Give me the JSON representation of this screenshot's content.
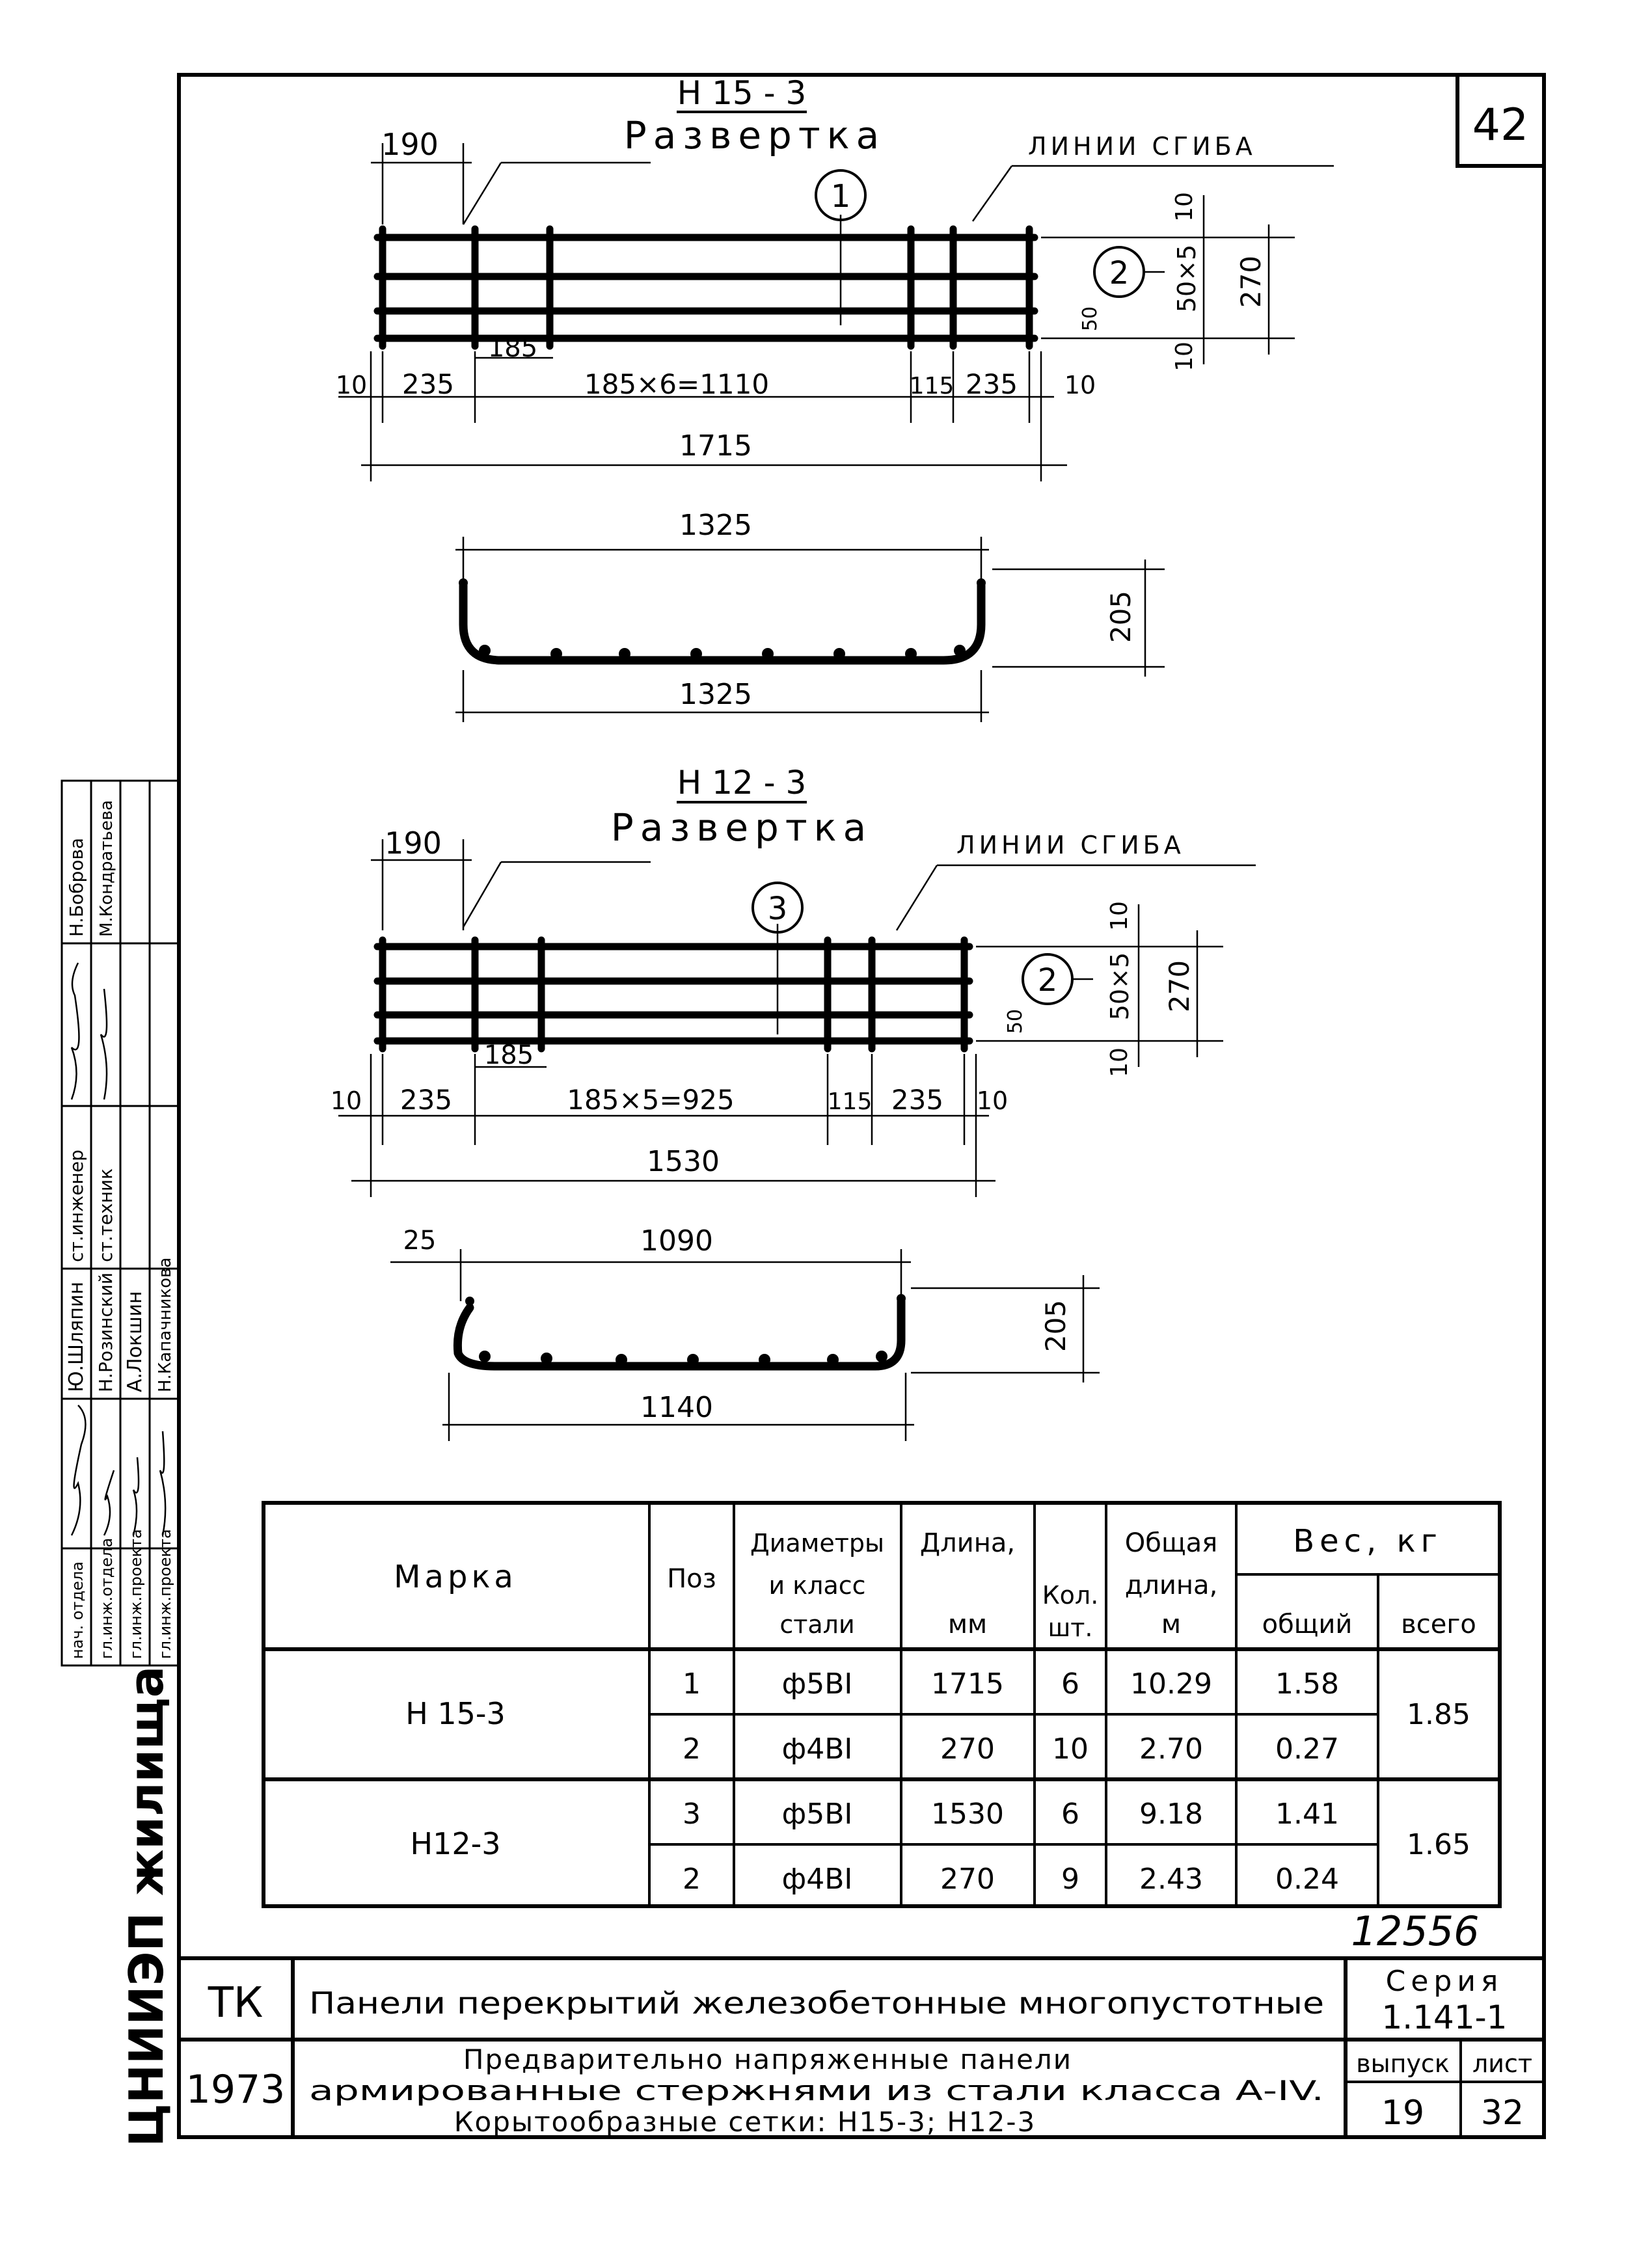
{
  "sheet_corner_number": "42",
  "drawing_h15": {
    "mark": "Н 15 - 3",
    "title": "Развертка",
    "bend_lines_label": "ЛИНИИ СГИБА",
    "pos_long": "1",
    "pos_cross": "2",
    "dims": {
      "left_overhang": "190",
      "step_first": "185",
      "edge_left": "10",
      "seg_left": "235",
      "middle": "185×6=1110",
      "seg_115": "115",
      "seg_right": "235",
      "edge_right": "10",
      "total": "1715",
      "v_top": "10",
      "v_mid": "50×5",
      "v_bottom": "10",
      "v_total": "270",
      "v_small": "50"
    },
    "section": {
      "top_width": "1325",
      "bottom_width": "1325",
      "height": "205"
    }
  },
  "drawing_h12": {
    "mark": "Н 12 - 3",
    "title": "Развертка",
    "bend_lines_label": "ЛИНИИ СГИБА",
    "pos_long": "3",
    "pos_cross": "2",
    "dims": {
      "left_overhang": "190",
      "step_first": "185",
      "edge_left": "10",
      "seg_left": "235",
      "middle": "185×5=925",
      "seg_115": "115",
      "seg_right": "235",
      "edge_right": "10",
      "total": "1530",
      "v_top": "10",
      "v_mid": "50×5",
      "v_bottom": "10",
      "v_total": "270",
      "v_small": "50"
    },
    "section": {
      "offset": "25",
      "top_width": "1090",
      "bottom_width": "1140",
      "height": "205"
    }
  },
  "table": {
    "headers": {
      "mark": "Марка",
      "pos": "Поз",
      "diam_1": "Диаметры",
      "diam_2": "и класс",
      "diam_3": "стали",
      "length_1": "Длина,",
      "length_2": "мм",
      "qty_1": "Кол.",
      "qty_2": "шт.",
      "total_len_1": "Общая",
      "total_len_2": "длина,",
      "total_len_3": "м",
      "weight": "Вес, кг",
      "weight_total": "общий",
      "weight_all": "всего"
    },
    "groups": [
      {
        "mark": "Н 15-3",
        "total": "1.85",
        "rows": [
          {
            "pos": "1",
            "diam": "ф5ВI",
            "length": "1715",
            "qty": "6",
            "total_len": "10.29",
            "weight": "1.58"
          },
          {
            "pos": "2",
            "diam": "ф4ВI",
            "length": "270",
            "qty": "10",
            "total_len": "2.70",
            "weight": "0.27"
          }
        ]
      },
      {
        "mark": "Н12-3",
        "total": "1.65",
        "rows": [
          {
            "pos": "3",
            "diam": "ф5ВI",
            "length": "1530",
            "qty": "6",
            "total_len": "9.18",
            "weight": "1.41"
          },
          {
            "pos": "2",
            "diam": "ф4ВI",
            "length": "270",
            "qty": "9",
            "total_len": "2.43",
            "weight": "0.24"
          }
        ]
      }
    ]
  },
  "archive_number": "12556",
  "title_block": {
    "org": "ТК",
    "year": "1973",
    "title_main": "Панели перекрытий железобетонные многопустотные",
    "subtitle_1": "Предварительно напряженные панели",
    "subtitle_2": "армированные стержнями из стали класса А-IV.",
    "subtitle_3": "Корытообразные сетки: Н15-3; Н12-3",
    "series_label": "Серия",
    "series_value": "1.141-1",
    "issue_label": "выпуск",
    "issue_value": "19",
    "sheet_label": "лист",
    "sheet_value": "32"
  },
  "stamp": {
    "institute": "ЦНИИЭП жилища",
    "roles": [
      "нач. отдела",
      "гл.инж.отдела",
      "гл.инж.проекта",
      "гл.инж.проекта"
    ],
    "names_col1": [
      "Ю.Шляпин",
      "Н.Розинский",
      "А.Локшин",
      "Н.Капачникова"
    ],
    "roles_col2": [
      "ст.инженер",
      "ст.техник"
    ],
    "names_col2": [
      "Н.Боброва",
      "М.Кондратьева"
    ]
  }
}
